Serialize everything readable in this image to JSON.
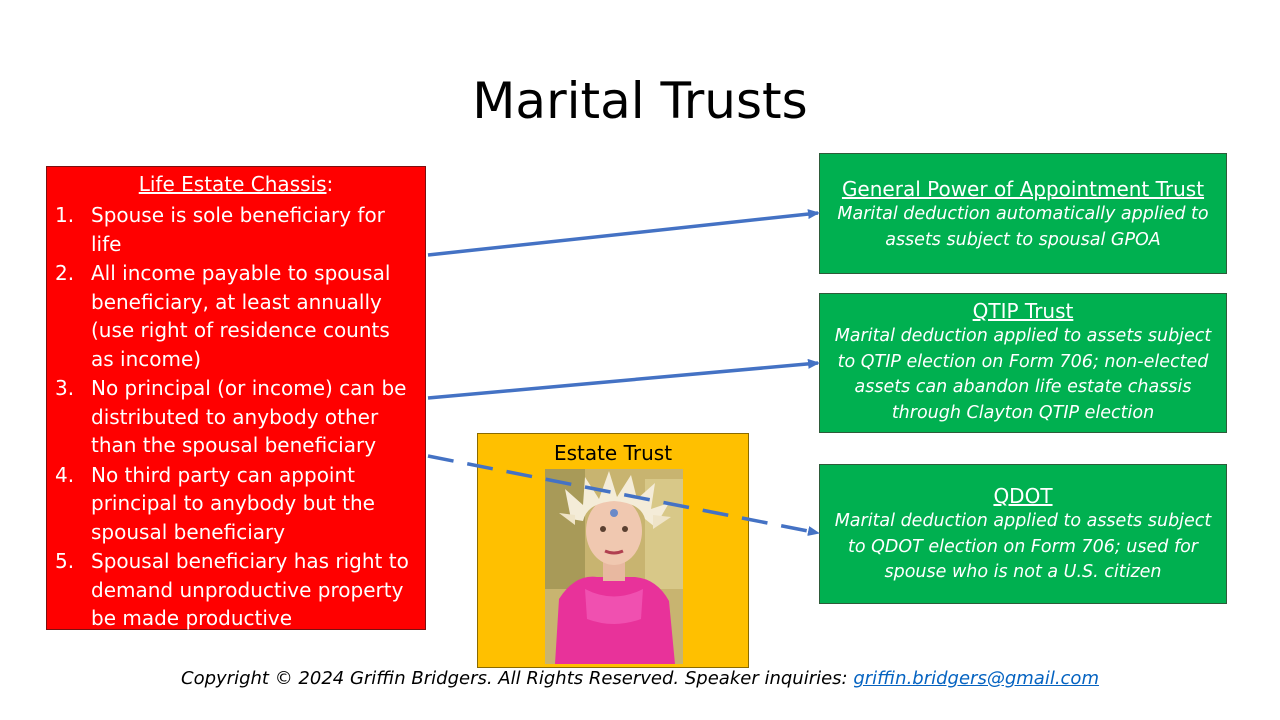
{
  "title": "Marital Trusts",
  "life_estate": {
    "heading": "Life Estate Chassis",
    "heading_suffix": ":",
    "items": [
      {
        "num": "1.",
        "text": "Spouse is sole beneficiary for life"
      },
      {
        "num": "2.",
        "text": "All income payable to spousal beneficiary, at least annually (use right of residence counts as income)"
      },
      {
        "num": "3.",
        "text": "No principal (or income) can be distributed to anybody other than the spousal beneficiary"
      },
      {
        "num": "4.",
        "text": "No third party can appoint principal to anybody but the spousal beneficiary"
      },
      {
        "num": "5.",
        "text": "Spousal beneficiary has right to demand unproductive property be made productive"
      }
    ]
  },
  "trusts": {
    "gpoa": {
      "title": "General Power of Appointment Trust",
      "desc": "Marital deduction automatically applied to assets subject to spousal GPOA"
    },
    "qtip": {
      "title": "QTIP Trust",
      "desc": "Marital deduction applied to assets subject to QTIP election on Form 706; non-elected assets can abandon life estate chassis through Clayton QTIP election"
    },
    "qdot": {
      "title": "QDOT",
      "desc": "Marital deduction applied to assets subject to QDOT election on Form 706; used for spouse who is not a U.S. citizen"
    }
  },
  "estate_trust": {
    "title": "Estate Trust"
  },
  "footer": {
    "text": "Copyright © 2024 Griffin Bridgers.  All Rights Reserved. Speaker inquiries: ",
    "email": "griffin.bridgers@gmail.com"
  },
  "colors": {
    "red_box": "#ff0000",
    "green_box": "#00b050",
    "estate_box": "#ffc000",
    "arrow": "#4472c4",
    "link": "#0563c1"
  },
  "icons": {
    "photo": "person-photo"
  }
}
